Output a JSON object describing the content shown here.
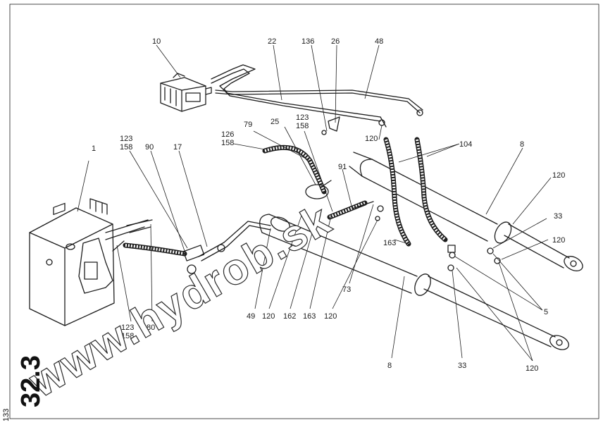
{
  "sheet": {
    "number": "32.3",
    "page": "133"
  },
  "watermark": {
    "text": "www.hydrob.sk"
  },
  "labels": [
    {
      "id": "c-1",
      "text": "1"
    },
    {
      "id": "c-10",
      "text": "10"
    },
    {
      "id": "c-22",
      "text": "22"
    },
    {
      "id": "c-136",
      "text": "136"
    },
    {
      "id": "c-26",
      "text": "26"
    },
    {
      "id": "c-48",
      "text": "48"
    },
    {
      "id": "c-123a",
      "text": "123"
    },
    {
      "id": "c-158a",
      "text": "158"
    },
    {
      "id": "c-90",
      "text": "90"
    },
    {
      "id": "c-17",
      "text": "17"
    },
    {
      "id": "c-126",
      "text": "126"
    },
    {
      "id": "c-158b",
      "text": "158"
    },
    {
      "id": "c-79",
      "text": "79"
    },
    {
      "id": "c-25",
      "text": "25"
    },
    {
      "id": "c-123b",
      "text": "123"
    },
    {
      "id": "c-158c",
      "text": "158"
    },
    {
      "id": "c-120a",
      "text": "120"
    },
    {
      "id": "c-104",
      "text": "104"
    },
    {
      "id": "c-8a",
      "text": "8"
    },
    {
      "id": "c-91",
      "text": "91"
    },
    {
      "id": "c-120b",
      "text": "120"
    },
    {
      "id": "c-33a",
      "text": "33"
    },
    {
      "id": "c-120c",
      "text": "120"
    },
    {
      "id": "c-163a",
      "text": "163"
    },
    {
      "id": "c-5",
      "text": "5"
    },
    {
      "id": "c-49",
      "text": "49"
    },
    {
      "id": "c-120d",
      "text": "120"
    },
    {
      "id": "c-162",
      "text": "162"
    },
    {
      "id": "c-163b",
      "text": "163"
    },
    {
      "id": "c-73",
      "text": "73"
    },
    {
      "id": "c-120e",
      "text": "120"
    },
    {
      "id": "c-80",
      "text": "80"
    },
    {
      "id": "c-123c",
      "text": "123"
    },
    {
      "id": "c-158d",
      "text": "158"
    },
    {
      "id": "c-8b",
      "text": "8"
    },
    {
      "id": "c-33b",
      "text": "33"
    },
    {
      "id": "c-120f",
      "text": "120"
    }
  ]
}
